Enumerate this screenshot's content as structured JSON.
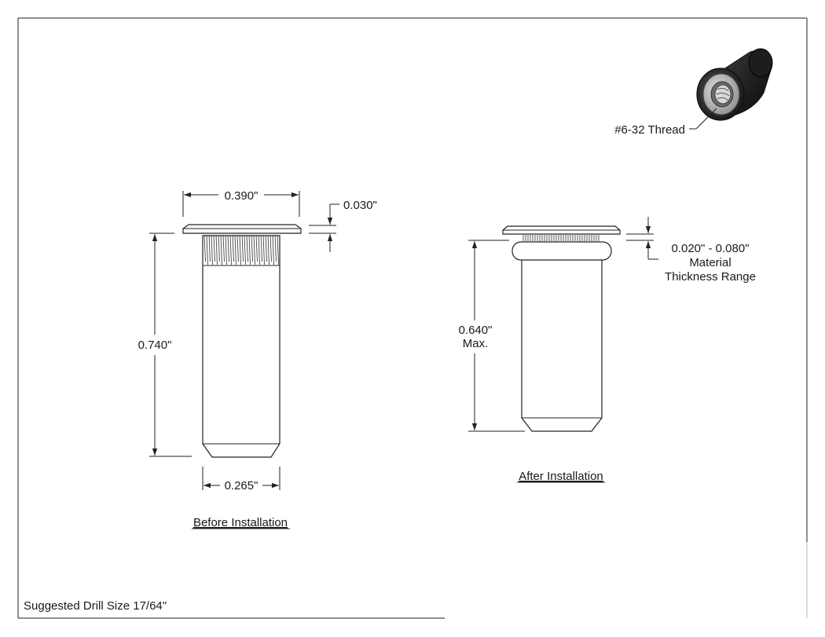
{
  "drawing": {
    "views": {
      "before": {
        "caption": "Before Installation"
      },
      "after": {
        "caption": "After Installation"
      }
    },
    "dimensions": {
      "flange_diameter": "0.390\"",
      "flange_thickness": "0.030\"",
      "length_before": "0.740\"",
      "body_diameter": "0.265\"",
      "length_after": "0.640\"",
      "length_after_note": "Max.",
      "grip_range": "0.020\" - 0.080\"",
      "grip_note_1": "Material",
      "grip_note_2": "Thickness Range"
    },
    "callouts": {
      "thread": "#6-32 Thread"
    },
    "notes": {
      "drill_size": "Suggested Drill Size 17/64\""
    }
  }
}
